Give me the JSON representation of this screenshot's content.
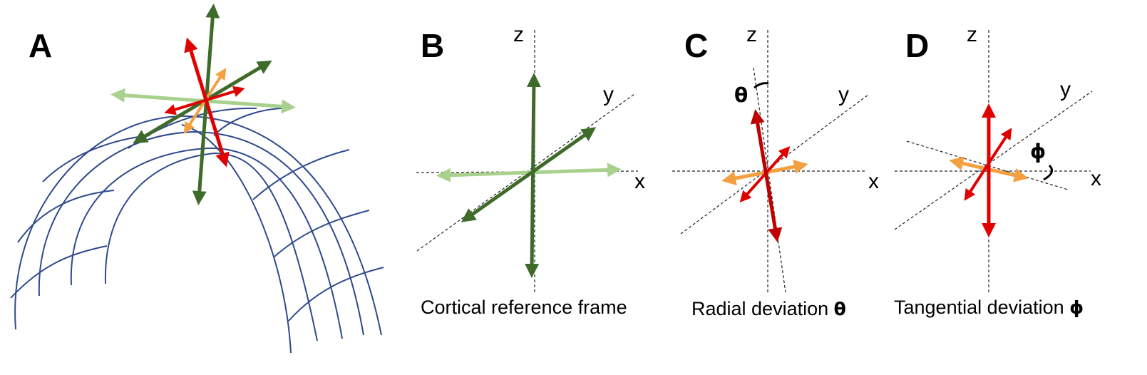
{
  "panels": {
    "A": {
      "letter": "A"
    },
    "B": {
      "letter": "B",
      "axes": {
        "x": "x",
        "y": "y",
        "z": "z"
      },
      "caption": "Cortical reference frame"
    },
    "C": {
      "letter": "C",
      "axes": {
        "x": "x",
        "y": "y",
        "z": "z"
      },
      "angle_symbol": "θ",
      "caption": "Radial deviation ",
      "caption_symbol": "θ"
    },
    "D": {
      "letter": "D",
      "axes": {
        "x": "x",
        "y": "y",
        "z": "z"
      },
      "angle_symbol": "ϕ",
      "caption": "Tangential deviation ",
      "caption_symbol": "ϕ"
    }
  },
  "colors": {
    "dark_green": "#3f6b2a",
    "light_green": "#a9d18e",
    "red": "#e00000",
    "dark_red": "#c00000",
    "orange": "#f4a040",
    "mesh_blue": "#2e4a8e"
  }
}
